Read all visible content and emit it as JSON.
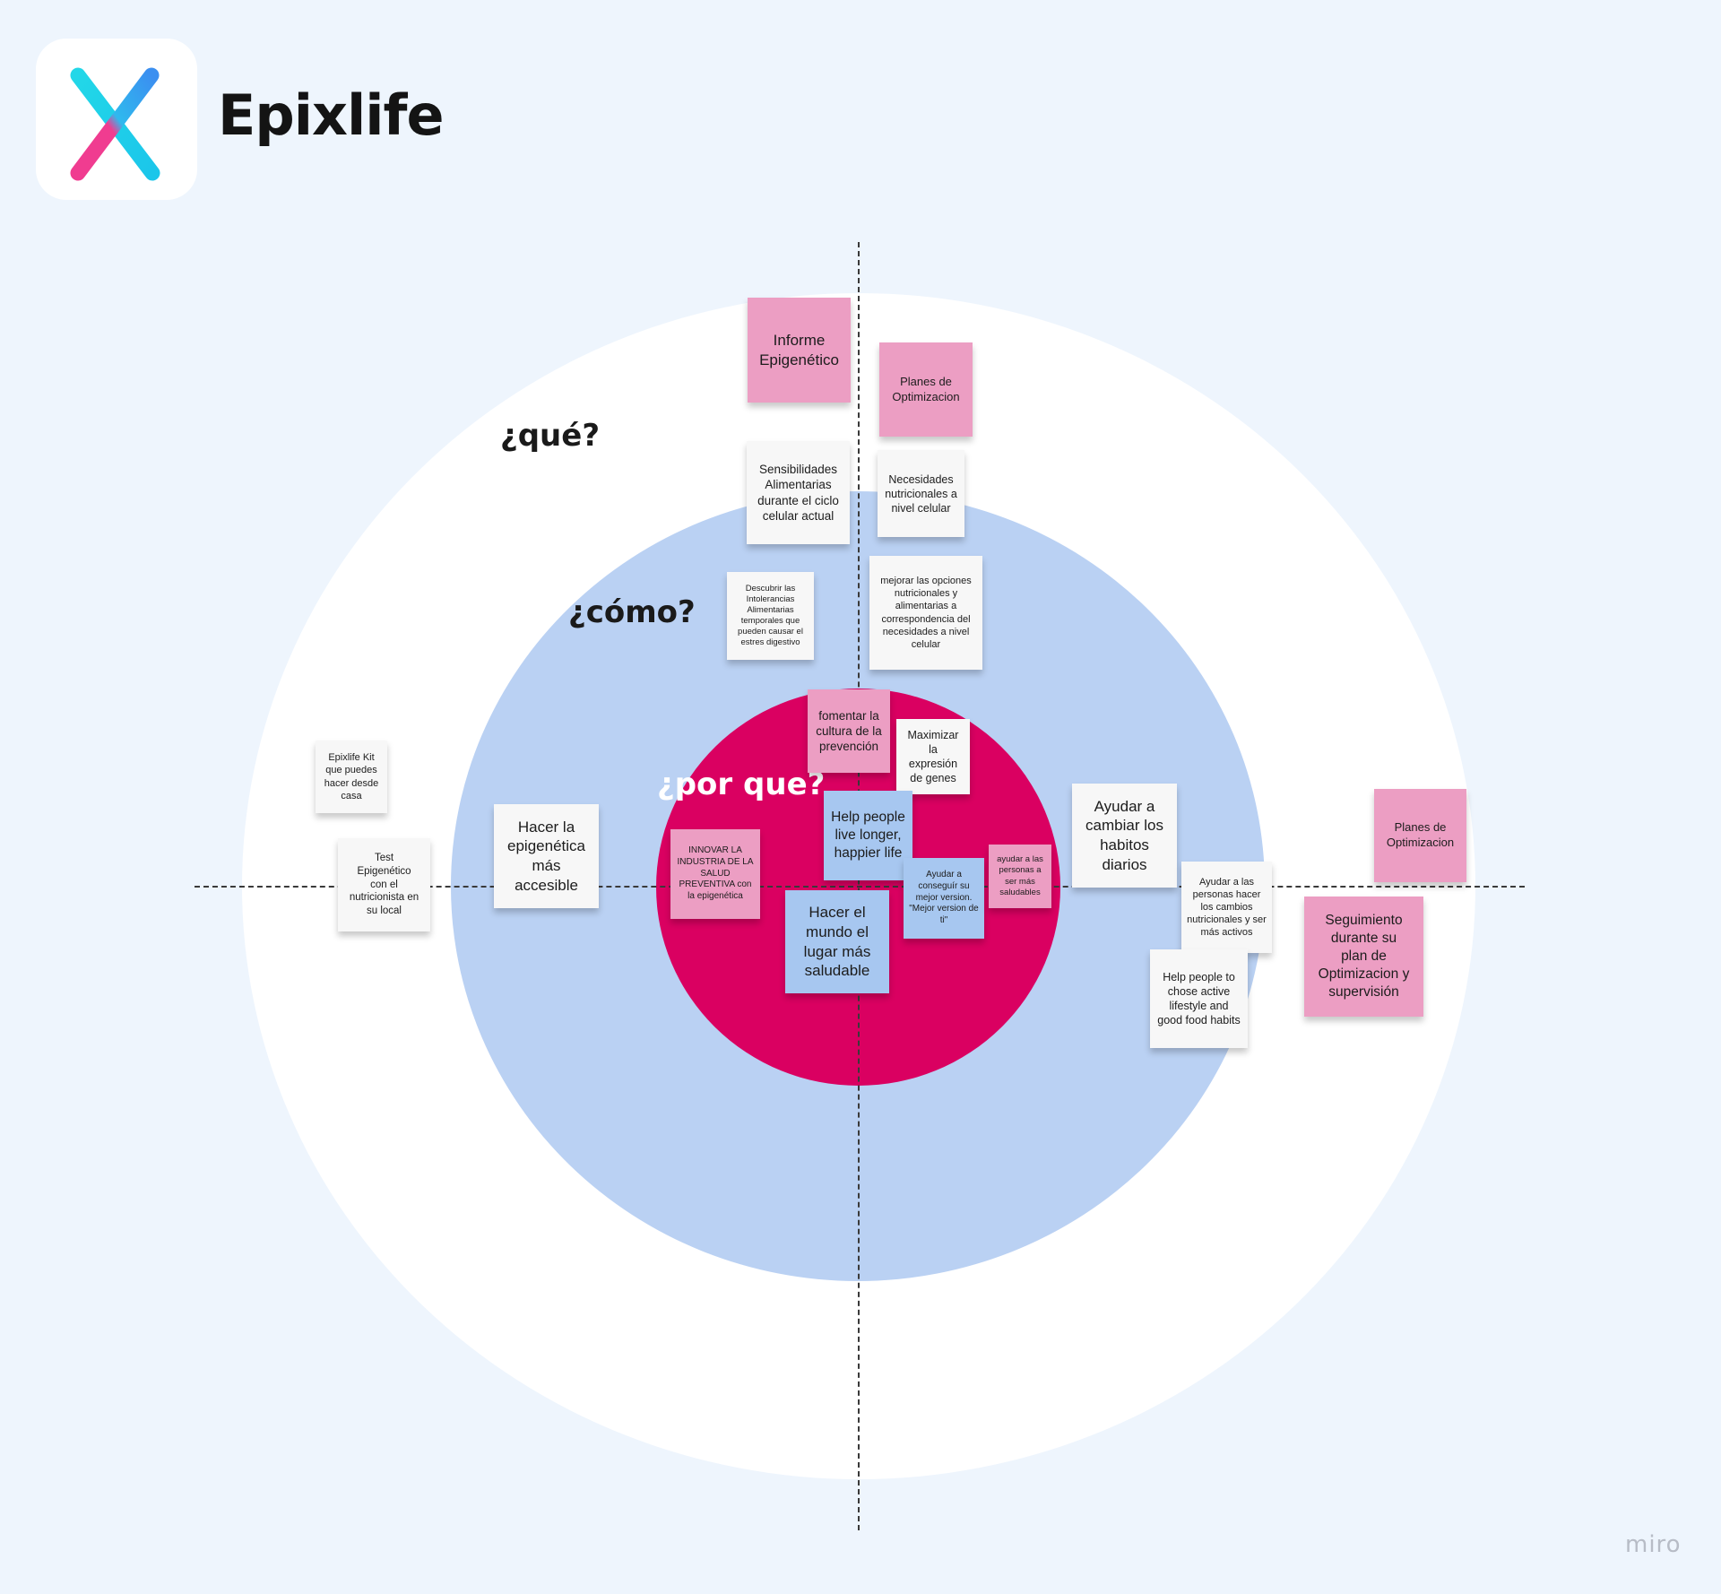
{
  "header": {
    "brand_name": "Epixlife",
    "logo_icon": "epixlife-x-logo-icon",
    "logo_colors": {
      "cyan": "#22d7e8",
      "blue": "#3b8ff0",
      "pink": "#f03c90"
    }
  },
  "rings": {
    "outer_label": "¿qué?",
    "middle_label": "¿cómo?",
    "inner_label": "¿por que?",
    "colors": {
      "background": "#eef5fd",
      "outer": "#ffffff",
      "middle": "#bad1f3",
      "inner": "#da0061"
    }
  },
  "notes": {
    "informe": "Informe Epigenético",
    "planes_top": "Planes de Optimizacion",
    "sensibilidades": "Sensibilidades Alimentarias durante el ciclo celular actual",
    "necesidades": "Necesidades nutricionales a nivel celular",
    "descubrir": "Descubrir las Intolerancias Alimentarias temporales que pueden causar el estres digestivo",
    "mejorar": "mejorar las opciones nutricionales y alimentarias a correspondencia del necesidades a nivel celular",
    "fomentar": "fomentar la cultura de la prevención",
    "maximizar": "Maximizar la expresión de genes",
    "kit": "Epixlife Kit que puedes hacer desde casa",
    "test": "Test Epigenético con el nutricionista en su local",
    "hacer_epigenetica": "Hacer la epigenética más accesible",
    "innovar": "INNOVAR LA INDUSTRIA DE LA SALUD PREVENTIVA con la epigenética",
    "help_live": "Help people live longer, happier life",
    "ayudar_conseguir": "Ayudar a conseguír su mejor version. \"Mejor version de ti\"",
    "ayudar_saludables": "ayudar a las personas a ser más saludables",
    "hacer_mundo": "Hacer el mundo el lugar más saludable",
    "ayudar_cambiar": "Ayudar a cambiar los habitos diarios",
    "ayudar_cambios": "Ayudar a las personas hacer los cambios nutricionales y ser más activos",
    "help_chose": "Help people to chose active lifestyle and good food habits",
    "planes_right": "Planes de Optimizacion",
    "seguimiento": "Seguimiento durante su plan de Optimizacion y supervisión"
  },
  "note_colors": {
    "white": "#f7f7f7",
    "pink": "#ec9ec3",
    "blue": "#a7c7f0"
  },
  "footer": {
    "watermark": "miro"
  }
}
